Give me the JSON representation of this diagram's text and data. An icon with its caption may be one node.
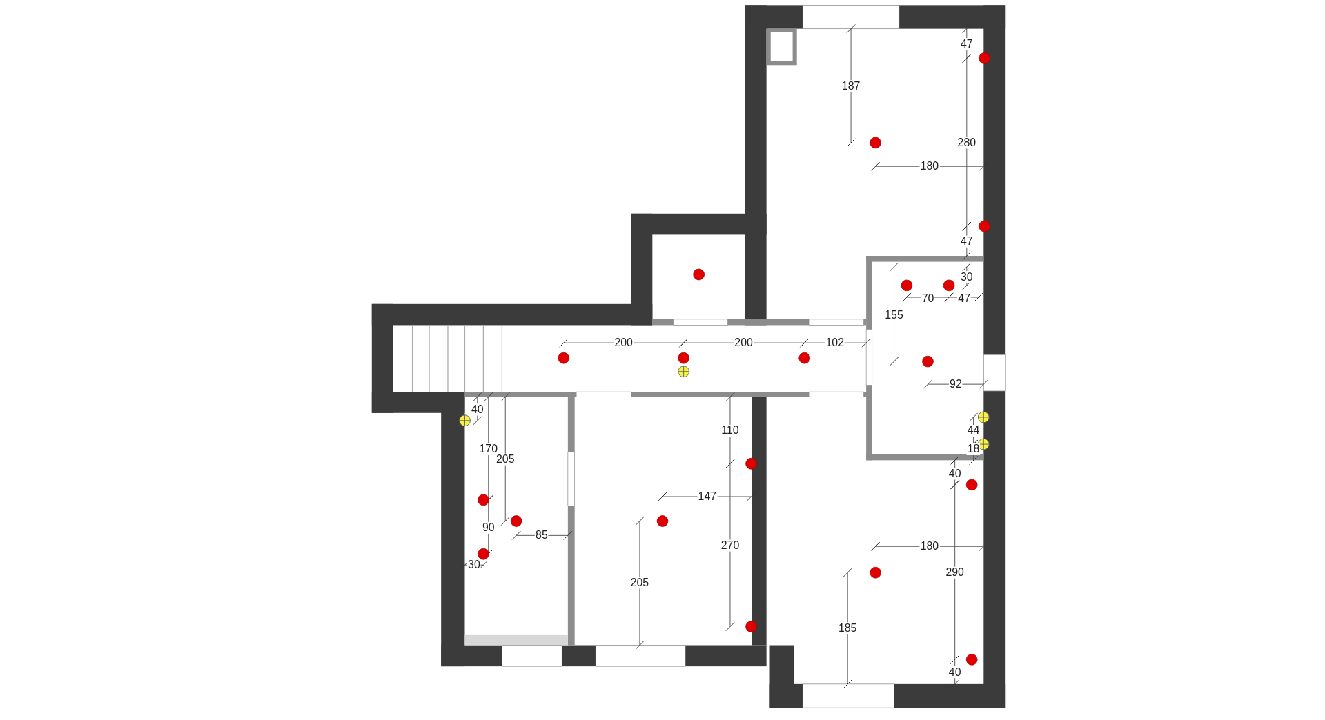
{
  "diagram": {
    "labels": [
      "47",
      "187",
      "280",
      "180",
      "47",
      "30",
      "70",
      "47",
      "155",
      "200",
      "200",
      "102",
      "92",
      "40",
      "44",
      "110",
      "18",
      "170",
      "205",
      "40",
      "147",
      "90",
      "85",
      "270",
      "180",
      "30",
      "290",
      "205",
      "185",
      "40"
    ]
  }
}
